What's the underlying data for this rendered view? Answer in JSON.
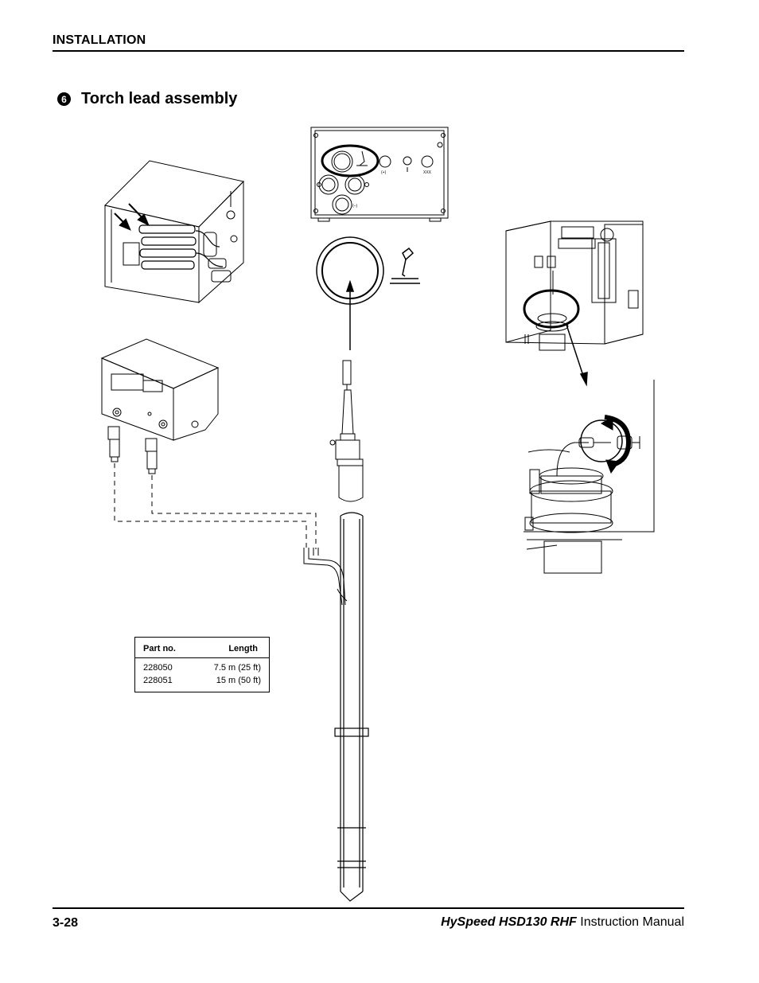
{
  "header": {
    "section_label": "INSTALLATION"
  },
  "section": {
    "step_number": "6",
    "title": "Torch lead assembly"
  },
  "console_labels": {
    "label_a": "(+)",
    "label_b": "(–)",
    "label_c": "XXX"
  },
  "parts_table": {
    "headers": {
      "part_no": "Part no.",
      "length": "Length"
    },
    "rows": [
      {
        "part_no": "228050",
        "length": "7.5 m (25 ft)"
      },
      {
        "part_no": "228051",
        "length": "15 m (50 ft)"
      }
    ]
  },
  "footer": {
    "page_number": "3-28",
    "product_name": "HySpeed HSD130 RHF",
    "manual_suffix": " Instruction Manual"
  }
}
